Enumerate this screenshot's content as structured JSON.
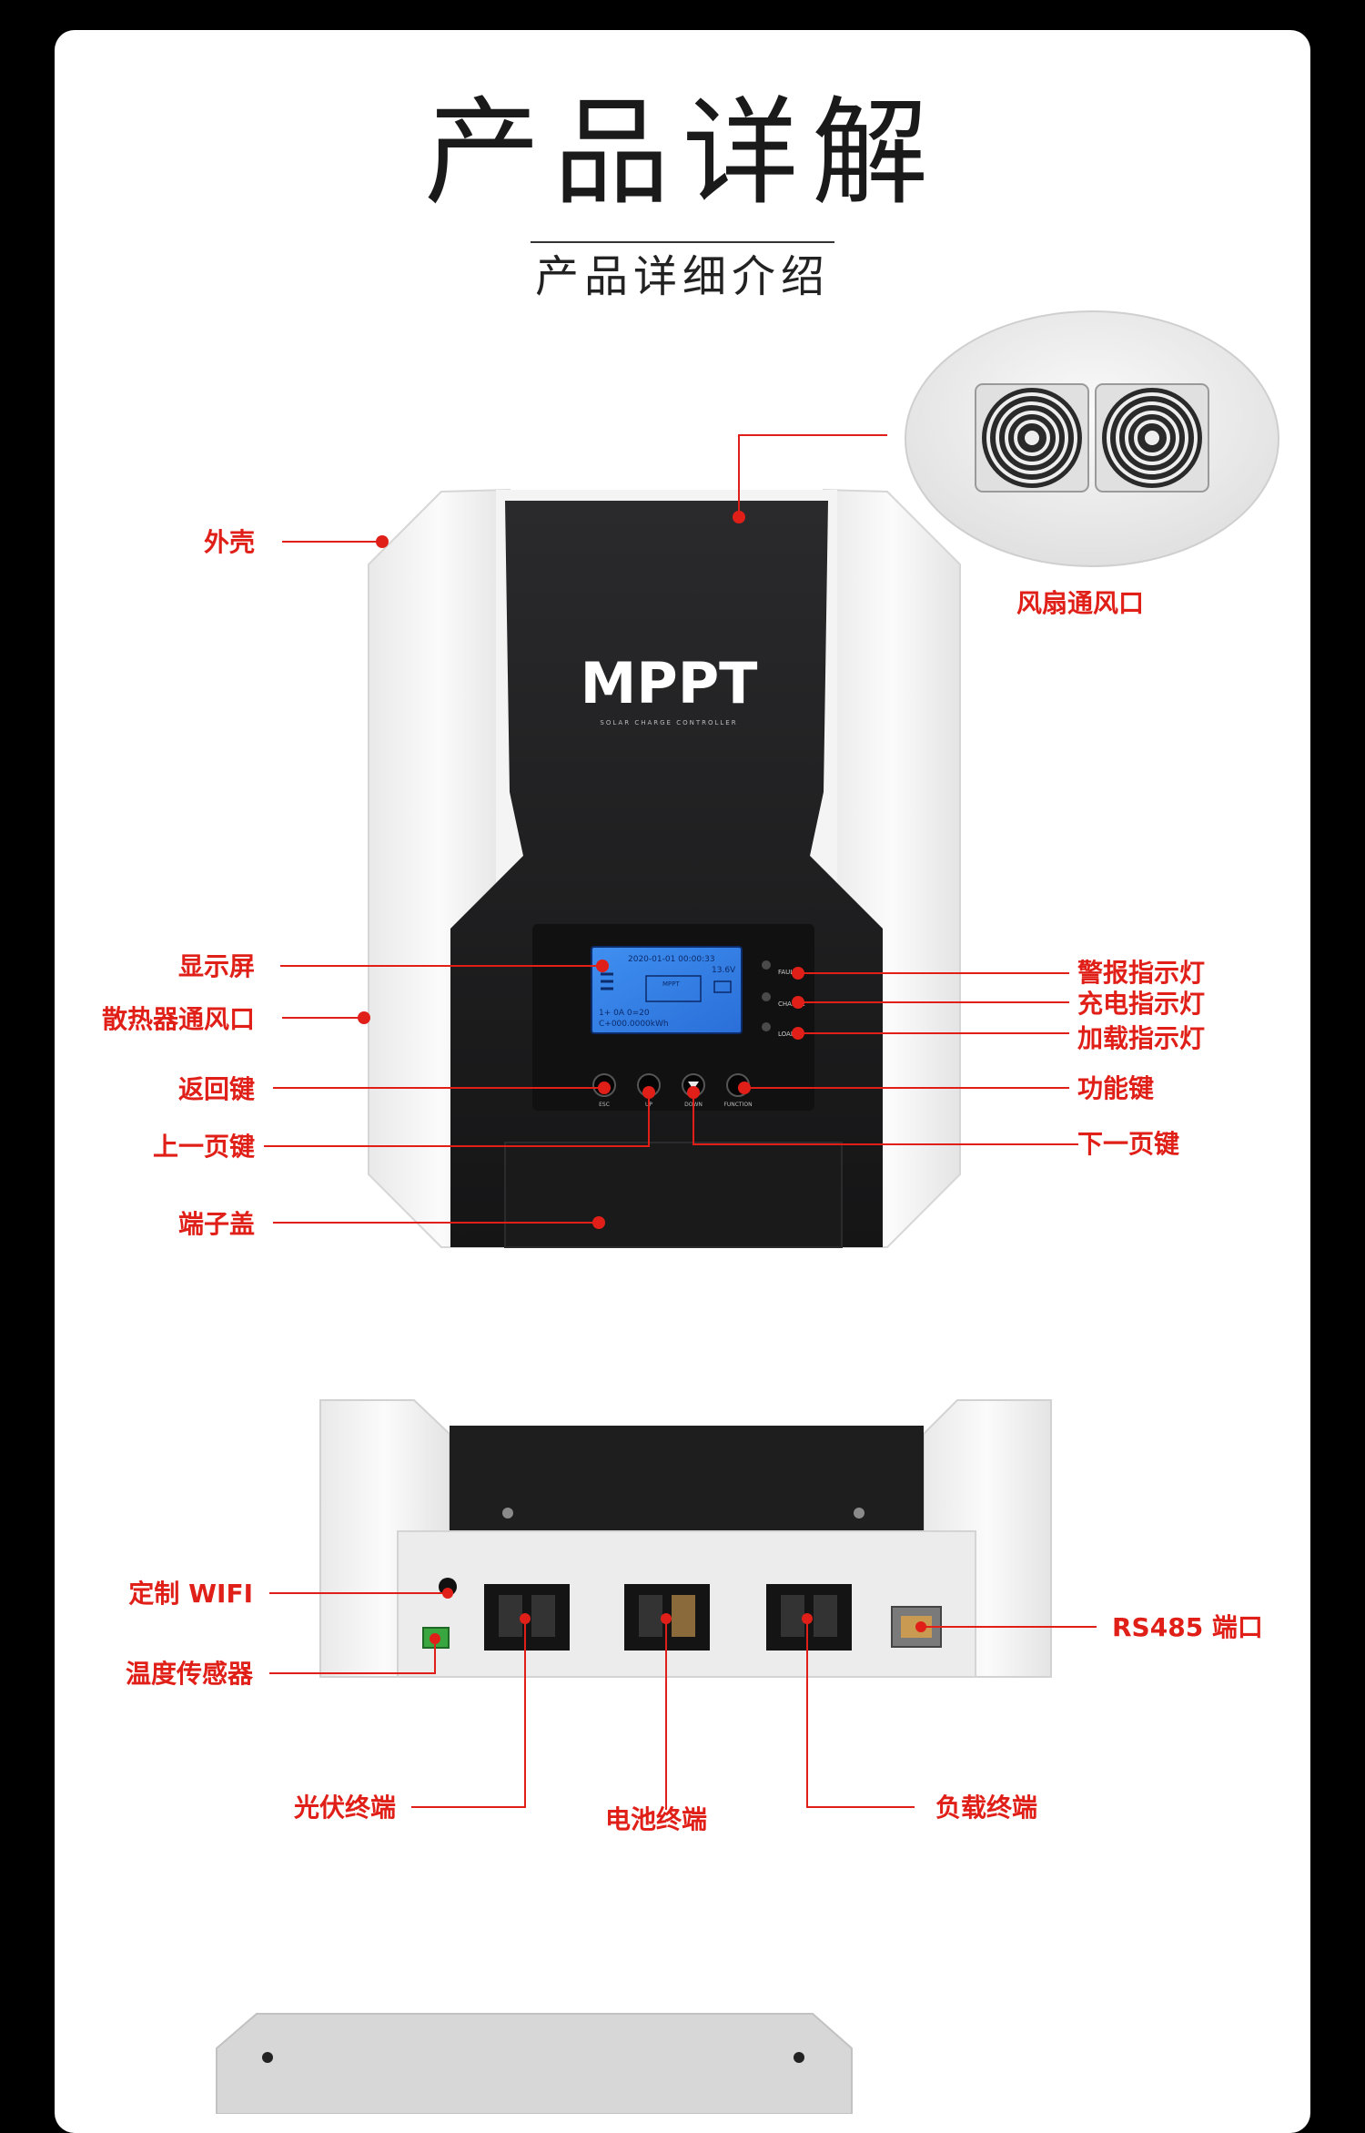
{
  "header": {
    "title": "产品详解",
    "subtitle": "产品详细介绍"
  },
  "front_view": {
    "brand": "MPPT",
    "tagline": "SOLAR CHARGE CONTROLLER",
    "lcd_line1": "2020-01-01 00:00:33",
    "lcd_line2": "13.6V",
    "lcd_mode": "MPPT",
    "lcd_bottom1": "1+ 0A  0=20",
    "lcd_bottom2": "C+000.0000kWh",
    "buttons": [
      "ESC",
      "UP",
      "DOWN",
      "FUNCTION"
    ],
    "indicators": [
      "FAULT",
      "CHARGE",
      "LOAD"
    ],
    "labels": {
      "shell": "外壳",
      "fan_vent": "风扇通风口",
      "display": "显示屏",
      "heatsink_vent": "散热器通风口",
      "back_key": "返回键",
      "prev_page_key": "上一页键",
      "terminal_cover": "端子盖",
      "alarm_led": "警报指示灯",
      "charge_led": "充电指示灯",
      "load_led": "加载指示灯",
      "function_key": "功能键",
      "next_page_key": "下一页键"
    }
  },
  "bottom_view": {
    "labels": {
      "wifi": "定制 WIFI",
      "temp_sensor": "温度传感器",
      "rs485": "RS485 端口",
      "pv_terminal": "光伏终端",
      "battery_terminal": "电池终端",
      "load_terminal": "负载终端"
    }
  },
  "colors": {
    "accent_red": "#e02018",
    "device_black": "#1f1f20",
    "shell_white": "#f2f2f2"
  }
}
